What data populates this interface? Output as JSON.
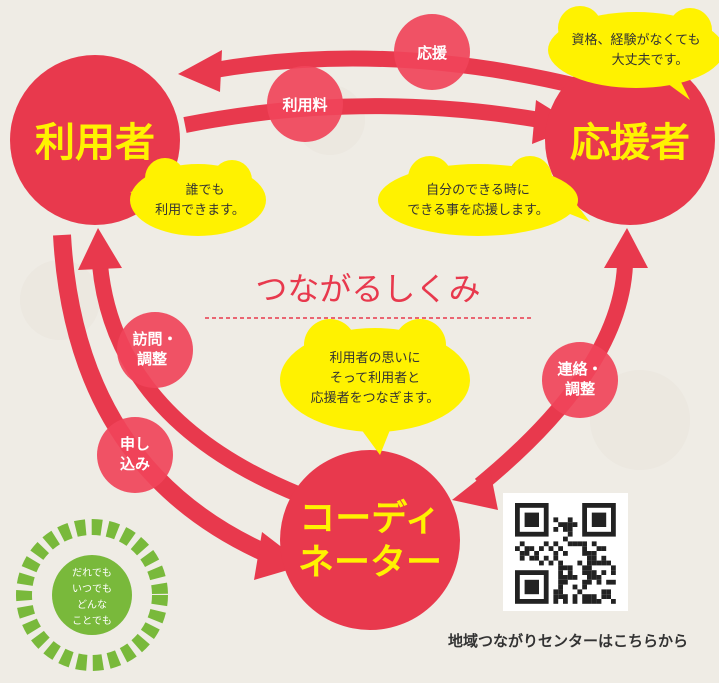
{
  "colors": {
    "background": "#efece5",
    "red": "#e8394d",
    "bubble_red": "#f0445a",
    "yellow": "#fff200",
    "dashed_line": "#e8394d",
    "wreath_green": "#79b93b"
  },
  "nodes": {
    "user": {
      "label": "利用者"
    },
    "supporter": {
      "label": "応援者"
    },
    "coordinator": {
      "line1": "コーディ",
      "line2": "ネーター"
    }
  },
  "arrows": {
    "support": "応援",
    "fee": "利用料",
    "visit_adjust": {
      "line1": "訪問・",
      "line2": "調整"
    },
    "apply": {
      "line1": "申し",
      "line2": "込み"
    },
    "contact_adjust": {
      "line1": "連絡・",
      "line2": "調整"
    }
  },
  "speech": {
    "qualifications": {
      "line1": "資格、経験がなくても",
      "line2": "大丈夫です。"
    },
    "anyone": {
      "line1": "誰でも",
      "line2": "利用できます。"
    },
    "when_can": {
      "line1": "自分のできる時に",
      "line2": "できる事を応援します。"
    },
    "coordinator": {
      "line1": "利用者の思いに",
      "line2": "そって利用者と",
      "line3": "応援者をつなぎます。"
    }
  },
  "title": "つながるしくみ",
  "wreath": {
    "line1": "だれでも",
    "line2": "いつでも",
    "line3": "どんな",
    "line4": "ことでも"
  },
  "qr_caption": "地域つながりセンターはこちらから"
}
